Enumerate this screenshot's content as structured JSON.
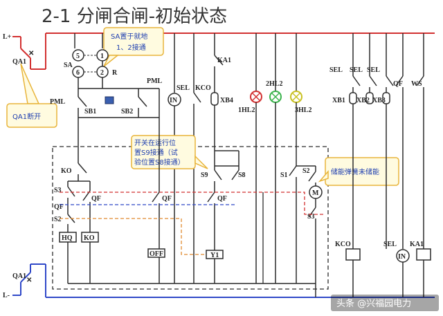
{
  "title": "2-1   分闸合闸-初始状态",
  "rails": {
    "top": "L+",
    "bottom": "L-"
  },
  "breaker_top": "QA1",
  "breaker_bottom": "QA1",
  "callouts": {
    "qa1": "QA1断开",
    "sa_line1": "SA置于就地",
    "sa_line2": "1、2接通",
    "s9_line1": "开关在运行位",
    "s9_line2": "置S9接通（试",
    "s9_line3": "验位置S8接通）",
    "spring": "储能弹簧未储能"
  },
  "sa": {
    "label": "SA",
    "c1": "1",
    "c2": "2",
    "c5": "5",
    "c6": "6",
    "r": "R"
  },
  "labels": {
    "pml_left": "PML",
    "pml_right": "PML",
    "sb1": "SB1",
    "sb2": "SB2",
    "sel": "SEL",
    "kco": "KCO",
    "in": "IN",
    "ka1": "KA1",
    "xb4": "XB4",
    "hl1": "1HL2",
    "hl2": "2HL2",
    "hl3": "3HL2",
    "ko": "KO",
    "s3": "S3",
    "qf": "QF",
    "s2": "S2",
    "s9": "S9",
    "s8": "S8",
    "s1": "S1",
    "s2r": "S2",
    "m": "M",
    "s3r": "S3",
    "hq": "HQ",
    "ko_box": "KO",
    "off": "OFF",
    "y1": "Y1",
    "sel_top1": "SEL",
    "sel_top2": "SEL",
    "sel_top3": "SEL",
    "qf_top": "QF",
    "ws": "WS",
    "xb1": "XB1",
    "xb2": "XB2",
    "xb3": "XB3",
    "kco_right": "KCO",
    "sel_right": "SEL",
    "ka1_right": "KA1",
    "in_right": "IN"
  },
  "watermark": "头条 @兴福园电力",
  "colors": {
    "wire": "#2b2b2b",
    "blue": "#2f48c8",
    "red_wire": "#d23030",
    "callout_fill": "#fffbe0",
    "callout_stroke": "#e8b43a",
    "green": "#38b24a"
  }
}
